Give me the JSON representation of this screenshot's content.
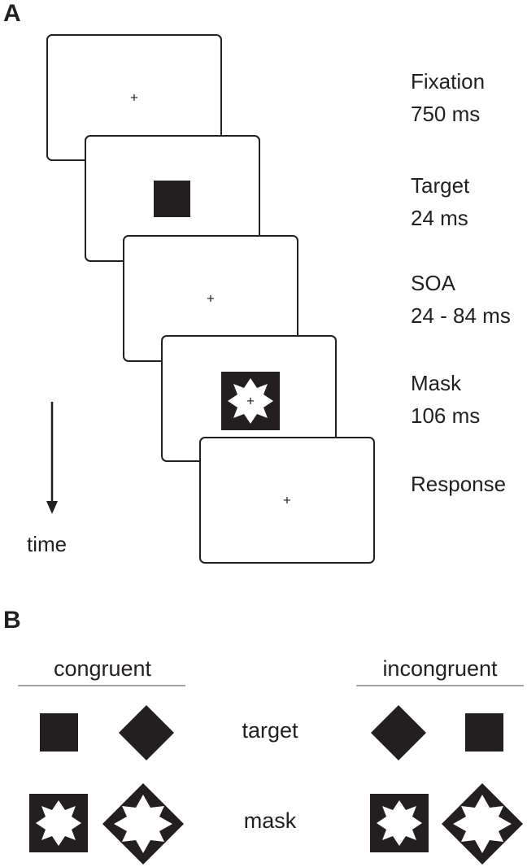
{
  "panel_a": {
    "label": "A",
    "stages": [
      {
        "name": "Fixation",
        "duration": "750 ms",
        "content": "fixation-cross"
      },
      {
        "name": "Target",
        "duration": "24 ms",
        "content": "square"
      },
      {
        "name": "SOA",
        "duration": "24 - 84 ms",
        "content": "fixation-cross"
      },
      {
        "name": "Mask",
        "duration": "106 ms",
        "content": "star-mask"
      },
      {
        "name": "Response",
        "duration": "",
        "content": "fixation-cross"
      }
    ],
    "fixation_symbol": "+",
    "time_label": "time"
  },
  "panel_b": {
    "label": "B",
    "congruent_label": "congruent",
    "incongruent_label": "incongruent",
    "target_label": "target",
    "mask_label": "mask",
    "congruent_targets": [
      "square",
      "diamond"
    ],
    "incongruent_targets": [
      "diamond",
      "square"
    ],
    "masks": [
      "square-mask",
      "diamond-mask"
    ]
  },
  "colors": {
    "ink": "#231f20",
    "rule": "#a7a7a7"
  }
}
